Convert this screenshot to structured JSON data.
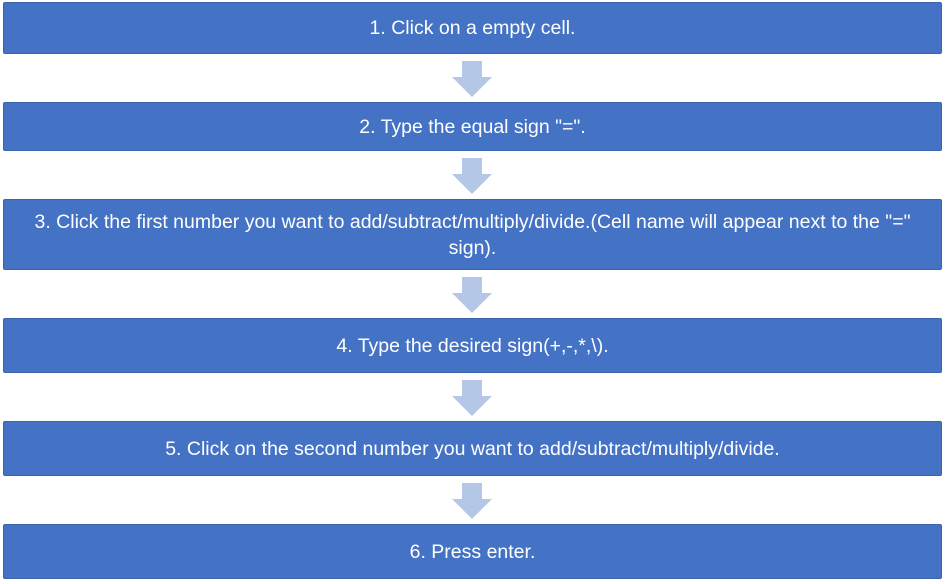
{
  "flowchart": {
    "steps": [
      {
        "label": "1. Click on a empty cell."
      },
      {
        "label": "2. Type the equal sign \"=\"."
      },
      {
        "label": "3. Click the first number you want to add/subtract/multiply/divide.(Cell name will appear next to the \"=\" sign)."
      },
      {
        "label": "4. Type the desired sign(+,-,*,\\)."
      },
      {
        "label": "5. Click on the second number you want to add/subtract/multiply/divide."
      },
      {
        "label": "6. Press enter."
      }
    ],
    "connector_icon": "down-arrow-icon",
    "colors": {
      "box_fill": "#4472c4",
      "box_text": "#ffffff",
      "arrow_fill": "#b4c7e7",
      "background": "#ffffff"
    }
  }
}
